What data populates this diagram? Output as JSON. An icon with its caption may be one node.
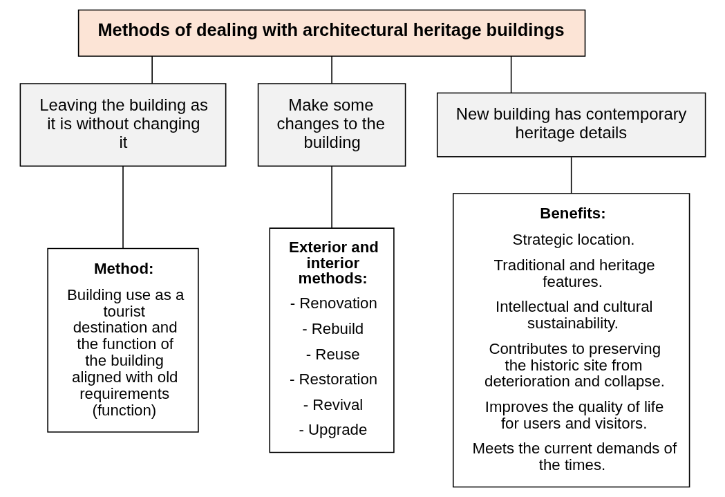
{
  "diagram": {
    "nodes": [
      {
        "text": [
          "Methods of dealing with architectural heritage buildings"
        ]
      },
      {
        "text": [
          "Leaving the building as it is without changing it"
        ]
      },
      {
        "text": [
          "Make some changes to the building"
        ]
      },
      {
        "text": [
          "New building has contemporary heritage details"
        ]
      },
      {
        "text": [
          "Method:",
          "Building use as a tourist destination and the function of the building aligned with old requirements (function)"
        ]
      },
      {
        "text": [
          "Exterior and interior methods:",
          "- Renovation",
          "- Rebuild",
          "- Reuse",
          "- Restoration",
          "- Revival",
          "- Upgrade"
        ]
      },
      {
        "text": [
          "Benefits:",
          "Strategic location.",
          "Traditional and heritage features.",
          "Intellectual and cultural sustainability.",
          "Contributes to preserving the historic site from deterioration and collapse.",
          "Improves the quality of life for users and visitors.",
          "Meets the current demands of the times."
        ]
      }
    ],
    "edges": [
      {
        "from": 0,
        "to": 1,
        "arrow": "none"
      },
      {
        "from": 0,
        "to": 2,
        "arrow": "none"
      },
      {
        "from": 0,
        "to": 3,
        "arrow": "none"
      },
      {
        "from": 1,
        "to": 4,
        "arrow": "none"
      },
      {
        "from": 2,
        "to": 5,
        "arrow": "none"
      },
      {
        "from": 3,
        "to": 6,
        "arrow": "none"
      }
    ]
  }
}
